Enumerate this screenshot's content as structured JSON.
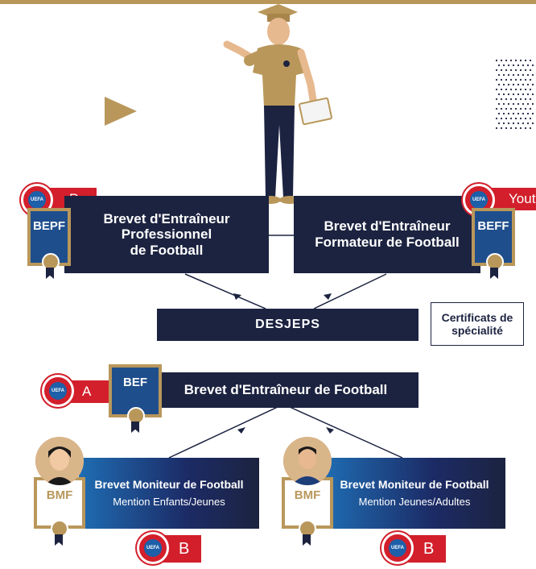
{
  "diagram": {
    "top_left_box": {
      "lines": [
        "Brevet d'Entraîneur",
        "Professionnel",
        "de Football"
      ],
      "diploma": "BEPF",
      "tag": "Pro"
    },
    "top_right_box": {
      "lines": [
        "Brevet d'Entraîneur",
        "Formateur de Football"
      ],
      "diploma": "BEFF",
      "tag": "Youth"
    },
    "desjeps": "DESJEPS",
    "certificats": [
      "Certificats de",
      "spécialité"
    ],
    "bef_box": {
      "label": "Brevet d'Entraîneur de Football",
      "diploma": "BEF",
      "tag": "A"
    },
    "bmf_left": {
      "title": "Brevet Moniteur de Football",
      "subtitle": "Mention Enfants/Jeunes",
      "diploma": "BMF",
      "tag": "B"
    },
    "bmf_right": {
      "title": "Brevet Moniteur de Football",
      "subtitle": "Mention Jeunes/Adultes",
      "diploma": "BMF",
      "tag": "B"
    },
    "uefa_badge": "UEFA"
  },
  "colors": {
    "navy": "#1c2340",
    "gold": "#b9975b",
    "red": "#d21f2b",
    "blue": "#1f6db3"
  },
  "icons": [
    "play-triangle-icon",
    "dot-grid-icon",
    "uefa-logo-icon",
    "diploma-icon",
    "coach-illustration",
    "avatar-child-icon",
    "avatar-adult-icon"
  ]
}
